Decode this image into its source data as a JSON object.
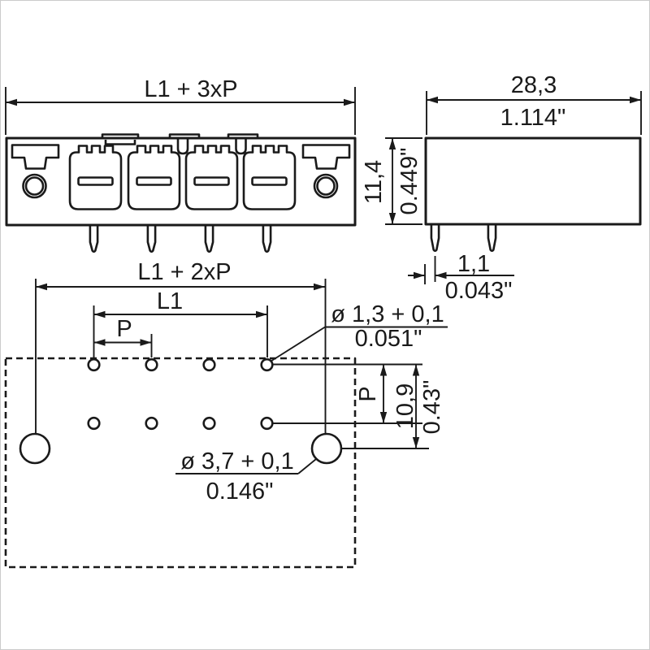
{
  "drawing_type": "connector technical drawing",
  "front": {
    "width_label": "L1 + 3xP"
  },
  "side": {
    "width_mm": "28,3",
    "width_in": "1.114\"",
    "height_mm": "11,4",
    "height_in": "0.449\"",
    "pin_offset_mm": "1,1",
    "pin_offset_in": "0.043\""
  },
  "footprint": {
    "overall_label": "L1 + 2xP",
    "l1_label": "L1",
    "pitch_label": "P",
    "small_hole_mm": "ø 1,3 + 0,1",
    "small_hole_in": "0.051\"",
    "row_pitch_label": "P",
    "row_span_mm": "10,9",
    "row_span_in": "0.43\"",
    "large_hole_mm": "ø 3,7 + 0,1",
    "large_hole_in": "0.146\""
  },
  "colors": {
    "line": "#1a1a1a",
    "background": "#ffffff"
  }
}
